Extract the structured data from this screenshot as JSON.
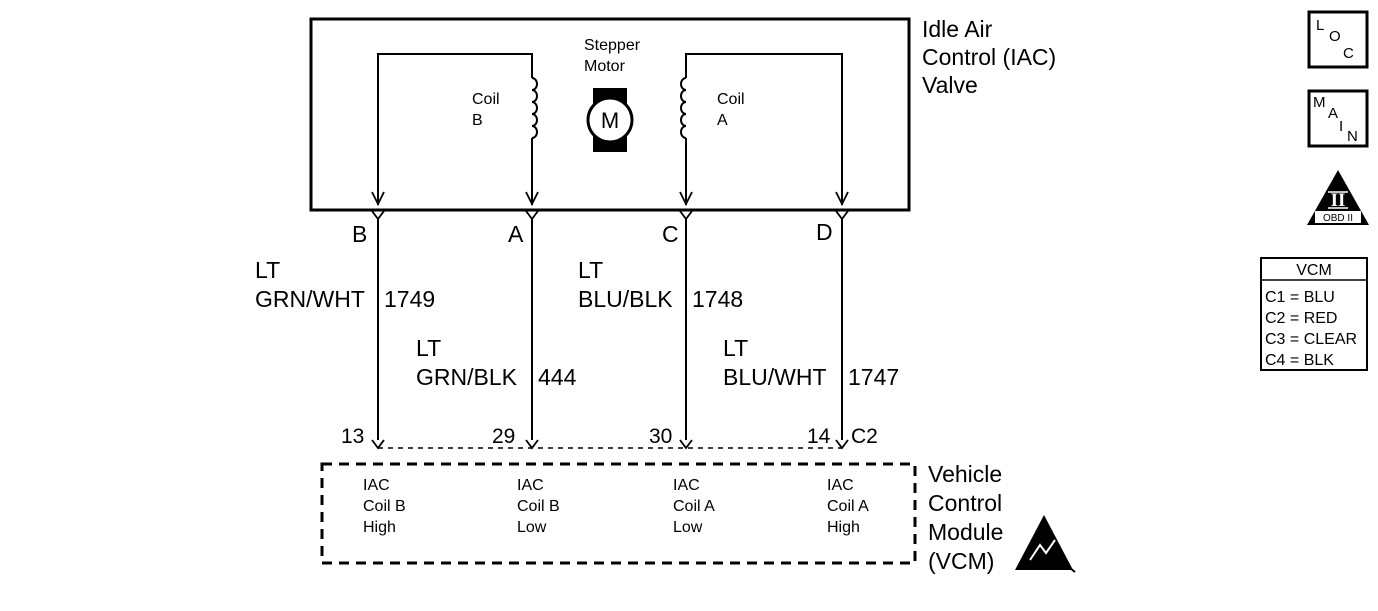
{
  "iac": {
    "title_lines": [
      "Idle Air",
      "Control (IAC)",
      "Valve"
    ],
    "stepper_lines": [
      "Stepper",
      "Motor"
    ],
    "motor_symbol": "M",
    "coil_b_lines": [
      "Coil",
      "B"
    ],
    "coil_a_lines": [
      "Coil",
      "A"
    ]
  },
  "pins": [
    "B",
    "A",
    "C",
    "D"
  ],
  "wires": [
    {
      "color_lines": [
        "LT",
        "GRN/WHT"
      ],
      "circuit": "1749",
      "vcm_pin": "13"
    },
    {
      "color_lines": [
        "LT",
        "GRN/BLK"
      ],
      "circuit": "444",
      "vcm_pin": "29"
    },
    {
      "color_lines": [
        "LT",
        "BLU/BLK"
      ],
      "circuit": "1748",
      "vcm_pin": "30"
    },
    {
      "color_lines": [
        "LT",
        "BLU/WHT"
      ],
      "circuit": "1747",
      "vcm_pin": "14"
    }
  ],
  "vcm_connector": "C2",
  "vcm": {
    "title_lines": [
      "Vehicle",
      "Control",
      "Module",
      "(VCM)"
    ],
    "circuits": [
      [
        "IAC",
        "Coil B",
        "High"
      ],
      [
        "IAC",
        "Coil B",
        "Low"
      ],
      [
        "IAC",
        "Coil A",
        "Low"
      ],
      [
        "IAC",
        "Coil A",
        "High"
      ]
    ]
  },
  "icons": {
    "loc": {
      "name": "loc-icon",
      "letters": [
        "L",
        "O",
        "C"
      ]
    },
    "main": {
      "name": "main-icon",
      "letters": [
        "M",
        "A",
        "I",
        "N"
      ]
    },
    "obd": {
      "name": "obd-ii-icon",
      "numeral": "II",
      "label": "OBD II"
    },
    "esd": {
      "name": "esd-sensitive-icon"
    }
  },
  "legend": {
    "title": "VCM",
    "rows": [
      "C1 = BLU",
      "C2 = RED",
      "C3 = CLEAR",
      "C4 = BLK"
    ]
  }
}
